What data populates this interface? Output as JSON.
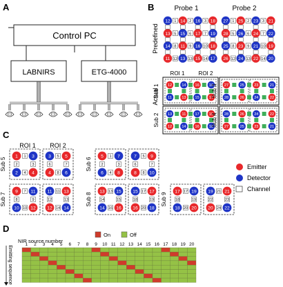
{
  "panels": {
    "a": "A",
    "b": "B",
    "c": "C",
    "d": "D"
  },
  "panel_a": {
    "control_pc": "Control PC",
    "labnirs": "LABNIRS",
    "etg4000": "ETG-4000"
  },
  "panel_b": {
    "probe1_title": "Probe 1",
    "probe2_title": "Probe 2",
    "predefined_label": "Predefined",
    "actual_label": "Actual",
    "roi1": "ROI 1",
    "roi2": "ROI 2",
    "sub_labels": [
      "Sub 1",
      "Sub 2",
      "Sub 3",
      "Sub 4"
    ],
    "probe1_nodes": [
      {
        "n": "12",
        "t": "d"
      },
      {
        "n": "1",
        "t": "c"
      },
      {
        "n": "14",
        "t": "e"
      },
      {
        "n": "2",
        "t": "c"
      },
      {
        "n": "16",
        "t": "d"
      },
      {
        "n": "3",
        "t": "c"
      },
      {
        "n": "18",
        "t": "e"
      },
      {
        "n": "13",
        "t": "e"
      },
      {
        "n": "5",
        "t": "c"
      },
      {
        "n": "15",
        "t": "d"
      },
      {
        "n": "6",
        "t": "c"
      },
      {
        "n": "17",
        "t": "e"
      },
      {
        "n": "7",
        "t": "c"
      },
      {
        "n": "19",
        "t": "d"
      },
      {
        "n": "14",
        "t": "d"
      },
      {
        "n": "8",
        "t": "c"
      },
      {
        "n": "11",
        "t": "e"
      },
      {
        "n": "9",
        "t": "c"
      },
      {
        "n": "16",
        "t": "d"
      },
      {
        "n": "10",
        "t": "c"
      },
      {
        "n": "18",
        "t": "e"
      },
      {
        "n": "11",
        "t": "e"
      },
      {
        "n": "12",
        "t": "c"
      },
      {
        "n": "13",
        "t": "d"
      },
      {
        "n": "13",
        "t": "c"
      },
      {
        "n": "15",
        "t": "e"
      },
      {
        "n": "14",
        "t": "c"
      },
      {
        "n": "17",
        "t": "d"
      }
    ],
    "probe2_nodes": [
      {
        "n": "27",
        "t": "d"
      },
      {
        "n": "1",
        "t": "c"
      },
      {
        "n": "25",
        "t": "e"
      },
      {
        "n": "2",
        "t": "c"
      },
      {
        "n": "23",
        "t": "d"
      },
      {
        "n": "3",
        "t": "c"
      },
      {
        "n": "21",
        "t": "e"
      },
      {
        "n": "28",
        "t": "e"
      },
      {
        "n": "5",
        "t": "c"
      },
      {
        "n": "26",
        "t": "d"
      },
      {
        "n": "6",
        "t": "c"
      },
      {
        "n": "24",
        "t": "e"
      },
      {
        "n": "7",
        "t": "c"
      },
      {
        "n": "22",
        "t": "d"
      },
      {
        "n": "25",
        "t": "d"
      },
      {
        "n": "8",
        "t": "c"
      },
      {
        "n": "23",
        "t": "e"
      },
      {
        "n": "9",
        "t": "c"
      },
      {
        "n": "21",
        "t": "d"
      },
      {
        "n": "10",
        "t": "c"
      },
      {
        "n": "19",
        "t": "e"
      },
      {
        "n": "26",
        "t": "e"
      },
      {
        "n": "12",
        "t": "c"
      },
      {
        "n": "24",
        "t": "d"
      },
      {
        "n": "13",
        "t": "c"
      },
      {
        "n": "22",
        "t": "e"
      },
      {
        "n": "14",
        "t": "c"
      },
      {
        "n": "20",
        "t": "d"
      }
    ],
    "actual": [
      {
        "nums": [
          "12",
          "14",
          "16",
          "18",
          "11",
          "13",
          "15",
          "17"
        ]
      },
      {
        "nums": [
          "13",
          "11",
          "17",
          "15",
          "12",
          "14",
          "16",
          "18"
        ]
      },
      {
        "nums": [
          "27",
          "25",
          "23",
          "21",
          "28",
          "26",
          "24",
          "22"
        ]
      },
      {
        "nums": [
          "28",
          "26",
          "24",
          "22",
          "27",
          "25",
          "23",
          "21"
        ]
      }
    ]
  },
  "panel_c": {
    "roi1": "ROI 1",
    "roi2": "ROI 2",
    "subjects": [
      {
        "label": "Sub 5",
        "nums": [
          "1",
          "3",
          "2",
          "4",
          "3",
          "5",
          "4",
          "6"
        ],
        "chan": [
          "1",
          "2",
          "3",
          "4",
          "5",
          "6",
          "7",
          "8"
        ]
      },
      {
        "label": "Sub 6",
        "nums": [
          "5",
          "7",
          "6",
          "8",
          "7",
          "9",
          "8",
          "10"
        ],
        "chan": [
          "1",
          "2",
          "3",
          "4",
          "5",
          "6",
          "7",
          "8"
        ]
      },
      {
        "label": "Sub 7",
        "nums": [
          "9",
          "11",
          "10",
          "12",
          "11",
          "13",
          "12",
          "14"
        ],
        "chan": [
          "7",
          "8",
          "9",
          "10",
          "11",
          "12",
          "13",
          "14"
        ]
      },
      {
        "label": "Sub 8",
        "nums": [
          "13",
          "15",
          "14",
          "16",
          "15",
          "17",
          "16",
          "18"
        ],
        "chan": [
          "13",
          "14",
          "15",
          "16",
          "17",
          "18",
          "19",
          "20"
        ]
      },
      {
        "label": "Sub 9",
        "nums": [
          "17",
          "19",
          "18",
          "20",
          "19",
          "21",
          "20",
          "22"
        ],
        "chan": [
          "17",
          "18",
          "19",
          "20",
          "21",
          "22",
          "23",
          "24"
        ]
      }
    ],
    "legend": {
      "emitter": "Emitter",
      "detector": "Detector",
      "channel": "Channel"
    }
  },
  "panel_d": {
    "xlabel": "NIR source number",
    "ylabel": "Emitting sequence",
    "on_label": "On",
    "off_label": "Off",
    "columns": [
      "1",
      "2",
      "3",
      "4",
      "5",
      "6",
      "7",
      "8",
      "9",
      "10",
      "11",
      "12",
      "13",
      "14",
      "15",
      "16",
      "17",
      "18",
      "19",
      "20"
    ],
    "on_matrix": [
      [
        1,
        0,
        0,
        0,
        0,
        0,
        0,
        0,
        1,
        0,
        0,
        0,
        0,
        0,
        0,
        0,
        1,
        0,
        0,
        0
      ],
      [
        0,
        1,
        0,
        0,
        0,
        0,
        0,
        0,
        0,
        1,
        0,
        0,
        0,
        0,
        0,
        0,
        0,
        1,
        0,
        0
      ],
      [
        0,
        0,
        1,
        0,
        0,
        0,
        0,
        0,
        0,
        0,
        1,
        0,
        0,
        0,
        0,
        0,
        0,
        0,
        1,
        0
      ],
      [
        0,
        0,
        0,
        1,
        0,
        0,
        0,
        0,
        0,
        0,
        0,
        1,
        0,
        0,
        0,
        0,
        0,
        0,
        0,
        1
      ],
      [
        0,
        0,
        0,
        0,
        1,
        0,
        0,
        0,
        0,
        0,
        0,
        0,
        1,
        0,
        0,
        0,
        0,
        0,
        0,
        0
      ],
      [
        0,
        0,
        0,
        0,
        0,
        1,
        0,
        0,
        0,
        0,
        0,
        0,
        0,
        1,
        0,
        0,
        0,
        0,
        0,
        0
      ],
      [
        0,
        0,
        0,
        0,
        0,
        0,
        1,
        0,
        0,
        0,
        0,
        0,
        0,
        0,
        1,
        0,
        0,
        0,
        0,
        0
      ],
      [
        0,
        0,
        0,
        0,
        0,
        0,
        0,
        1,
        0,
        0,
        0,
        0,
        0,
        0,
        0,
        1,
        0,
        0,
        0,
        0
      ]
    ]
  },
  "colors": {
    "emitter": "#e8282b",
    "detector": "#1f35c6",
    "on": "#cf3b2b",
    "off": "#95c246"
  }
}
